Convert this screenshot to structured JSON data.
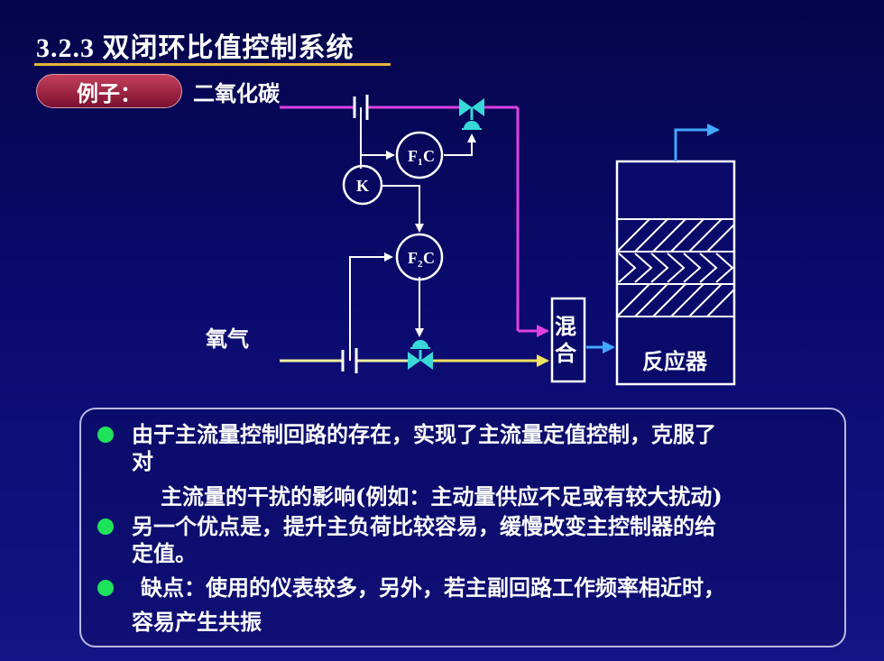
{
  "slide": {
    "title": "3.2.3 双闭环比值控制系统",
    "example_label": "例子："
  },
  "diagram": {
    "co2_label": "二氧化碳",
    "o2_label": "氧气",
    "f1_controller": {
      "letter": "F",
      "sub": "1",
      "tail": "C"
    },
    "f2_controller": {
      "letter": "F",
      "sub": "2",
      "tail": "C"
    },
    "ratio_controller": "K",
    "mixer_label_1": "混",
    "mixer_label_2": "合",
    "reactor_label": "反应器",
    "colors": {
      "co2_line": "#e040e0",
      "o2_line": "#f0f0a0",
      "valve": "#38d8d8",
      "output": "#40a8ff",
      "signal": "#ffffff"
    }
  },
  "points": {
    "b1_line1": "由于主流量控制回路的存在，实现了主流量定值控制，克服了",
    "b1_line2": "对",
    "b1_line3": "主流量的干扰的影响(例如：主动量供应不足或有较大扰动)",
    "b2_line1": "另一个优点是，提升主负荷比较容易，缓慢改变主控制器的给",
    "b2_line2": "定值。",
    "b3_line1": "缺点：使用的仪表较多，另外，若主副回路工作频率相近时，",
    "b3_line2": "容易产生共振"
  }
}
